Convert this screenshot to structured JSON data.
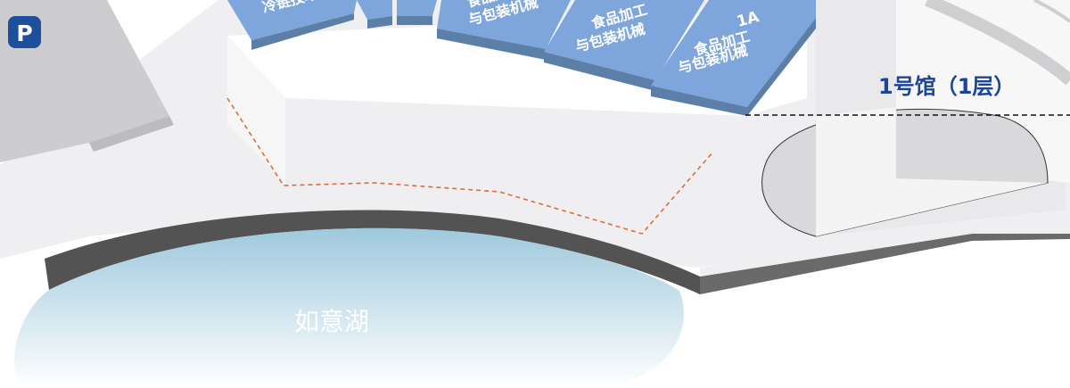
{
  "parking": {
    "label": "P"
  },
  "booths": [
    {
      "id": "booth-left",
      "line1": "冷链技术",
      "line2": ""
    },
    {
      "id": "booth-b",
      "line1": "食品加工",
      "line2": "与包装机械"
    },
    {
      "id": "booth-c",
      "line1": "食品加工",
      "line2": "与包装机械"
    },
    {
      "id": "booth-1a",
      "code": "1A",
      "line1": "食品加工",
      "line2": "与包装机械"
    }
  ],
  "hall": {
    "label": "1号馆（1层）"
  },
  "lake": {
    "label": "如意湖"
  },
  "colors": {
    "booth_top": "#7ea6dc",
    "booth_side": "#5c7fa8",
    "hall_text": "#1d4596",
    "dashed_zone": "#e26a3c",
    "lake_top": "#9ec9dd",
    "lake_bottom": "#ffffff",
    "ground": "#efeff1",
    "parking_lot": "#cdcdcf",
    "parking_icon": "#1d4f9d",
    "wall": "#535353"
  }
}
